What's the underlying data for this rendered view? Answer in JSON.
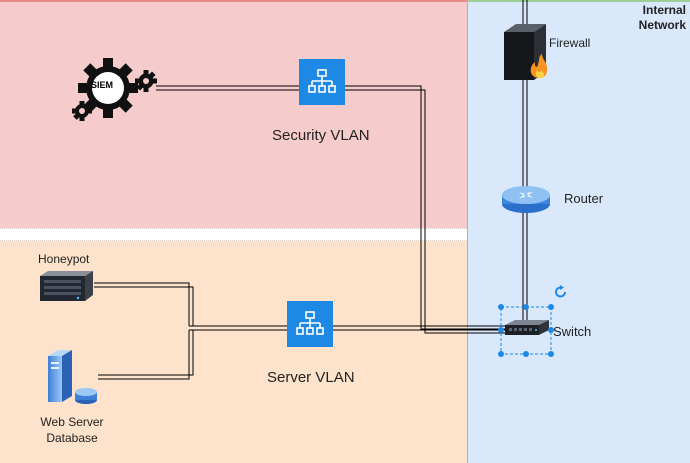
{
  "zones": {
    "internal_title": "Internal\nNetwork"
  },
  "nodes": {
    "siem": "SIEM",
    "security_vlan": "Security VLAN",
    "server_vlan": "Server VLAN",
    "honeypot": "Honeypot",
    "web_server": "Web Server Database",
    "firewall": "Firewall",
    "router": "Router",
    "switch": "Switch"
  },
  "icons": {
    "siem": "gears-icon",
    "vlan": "network-icon",
    "honeypot": "rack-server-icon",
    "web_server": "server-database-icon",
    "firewall": "firewall-icon",
    "router": "router-icon",
    "switch": "switch-icon",
    "rotate": "rotate-handle-icon"
  },
  "colors": {
    "security_zone": "#f5cccb",
    "server_zone": "#fde3cb",
    "internal_zone": "#dae8fc",
    "vlan_blue": "#1e88e5",
    "selection": "#1e88e5"
  }
}
